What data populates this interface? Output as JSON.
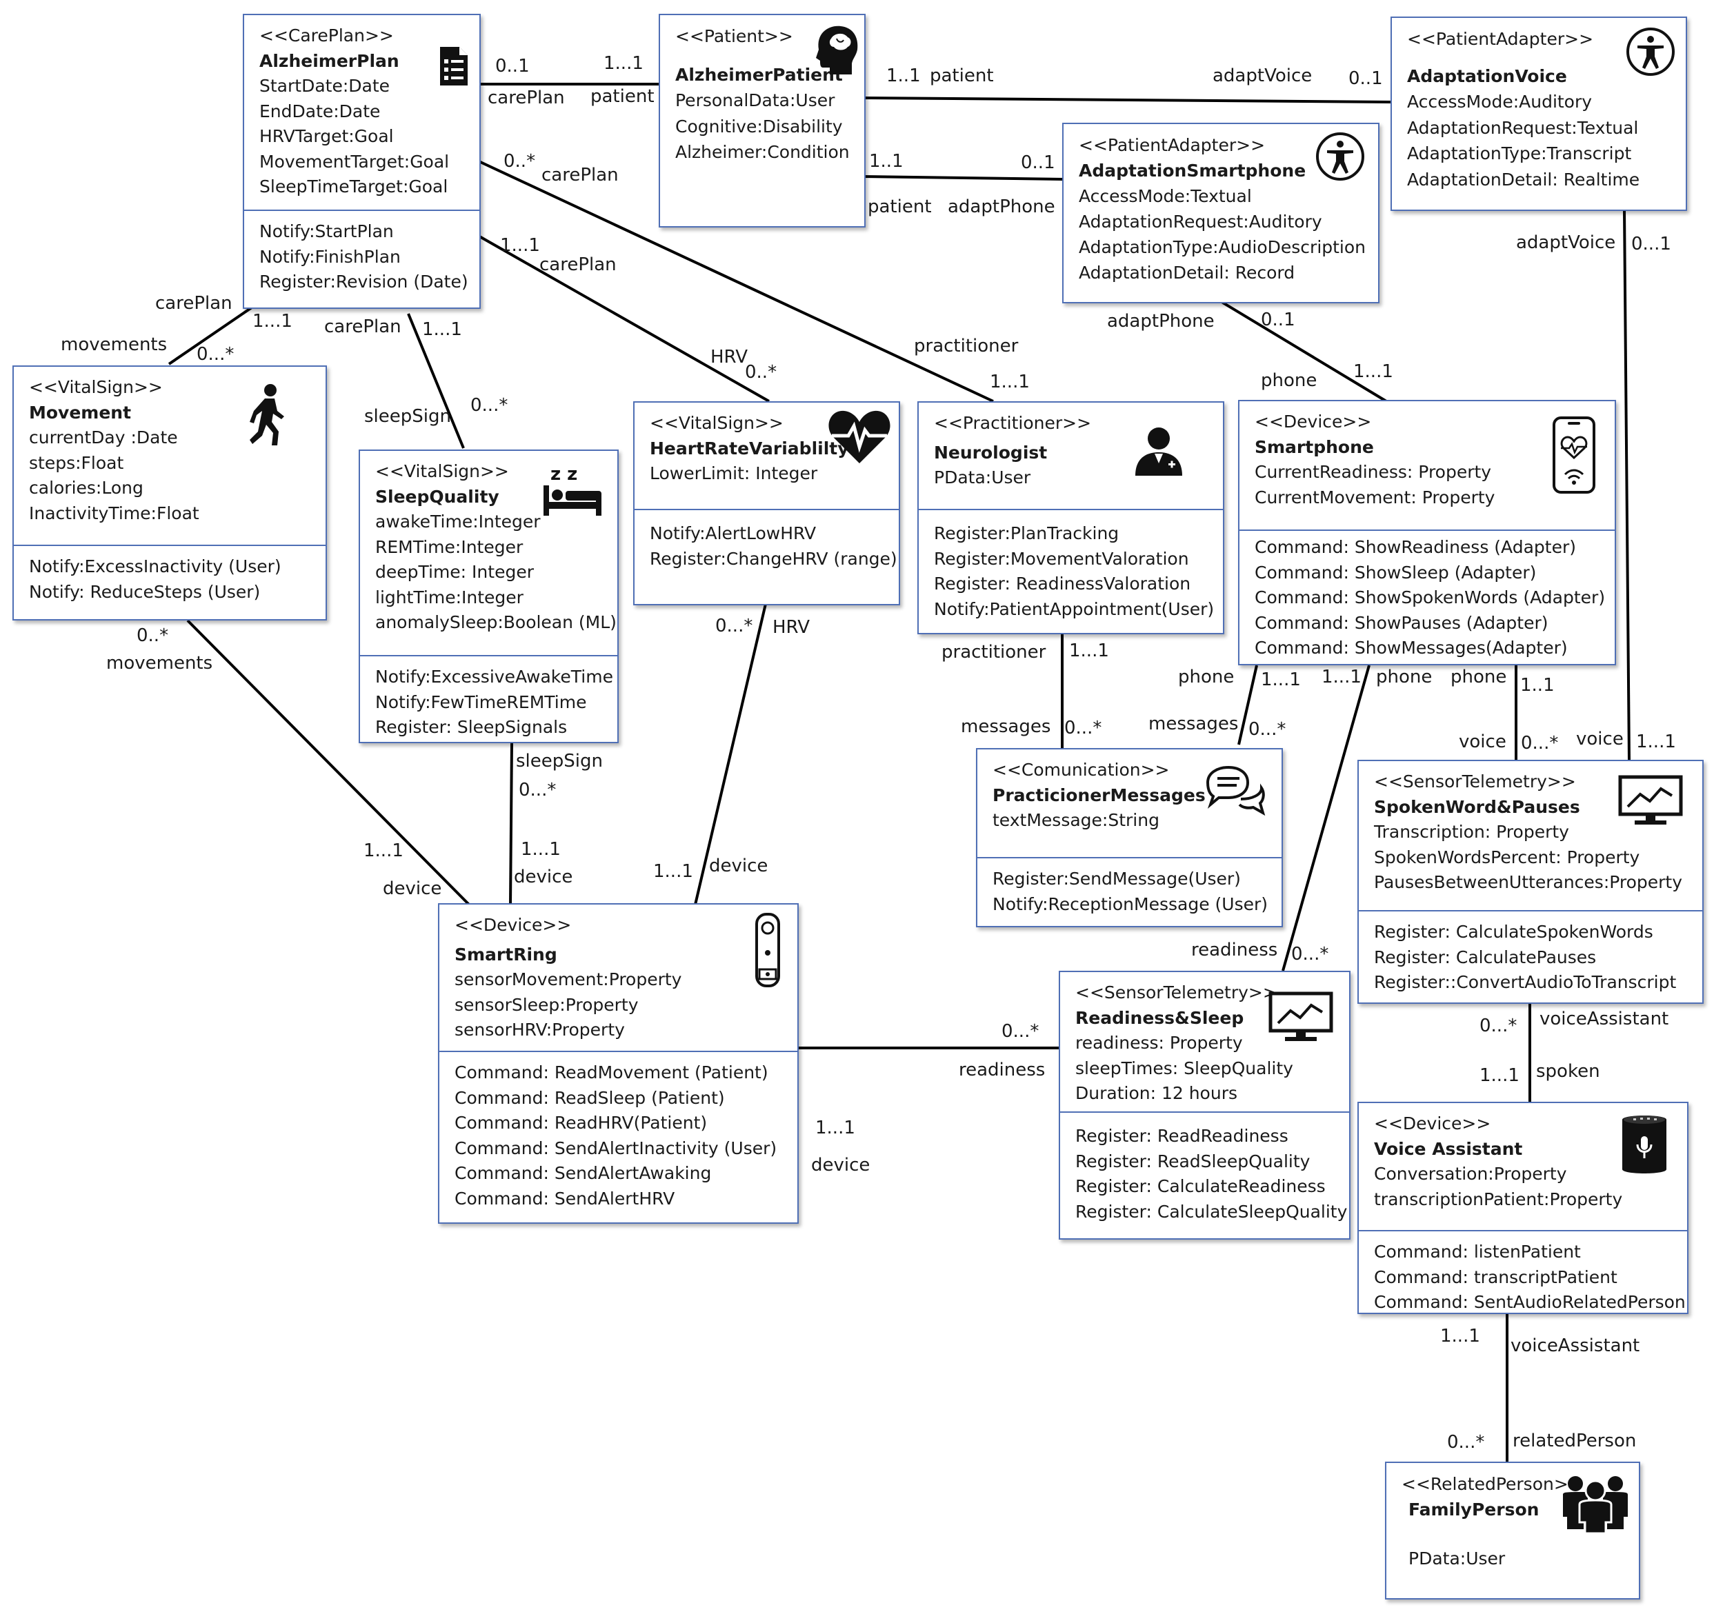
{
  "classes": {
    "careplan": {
      "stereotype": "<<CarePlan>>",
      "name": "AlzheimerPlan",
      "attributes": [
        "StartDate:Date",
        "EndDate:Date",
        "HRVTarget:Goal",
        "MovementTarget:Goal",
        "SleepTimeTarget:Goal"
      ],
      "operations": [
        "Notify:StartPlan",
        "Notify:FinishPlan",
        "Register:Revision (Date)"
      ],
      "icon": "checklist-icon"
    },
    "patient": {
      "stereotype": "<<Patient>>",
      "name": "AlzheimerPatient",
      "attributes": [
        "PersonalData:User",
        "Cognitive:Disability",
        "Alzheimer:Condition"
      ],
      "icon": "head-brain-icon"
    },
    "voiceadapter": {
      "stereotype": "<<PatientAdapter>>",
      "name": "AdaptationVoice",
      "attributes": [
        "AccessMode:Auditory",
        "AdaptationRequest:Textual",
        "AdaptationType:Transcript",
        "AdaptationDetail: Realtime"
      ],
      "icon": "accessibility-icon"
    },
    "phoneadapter": {
      "stereotype": "<<PatientAdapter>>",
      "name": "AdaptationSmartphone",
      "attributes": [
        "AccessMode:Textual",
        "AdaptationRequest:Auditory",
        "AdaptationType:AudioDescription",
        "AdaptationDetail: Record"
      ],
      "icon": "accessibility-icon"
    },
    "movement": {
      "stereotype": "<<VitalSign>>",
      "name": "Movement",
      "attributes": [
        "currentDay :Date",
        "steps:Float",
        "calories:Long",
        "InactivityTime:Float"
      ],
      "operations": [
        "Notify:ExcessInactivity (User)",
        "Notify: ReduceSteps (User)"
      ],
      "icon": "walking-person-icon"
    },
    "sleep": {
      "stereotype": "<<VitalSign>>",
      "name": "SleepQuality",
      "attributes": [
        "awakeTime:Integer",
        "REMTime:Integer",
        "deepTime: Integer",
        "lightTime:Integer",
        "anomalySleep:Boolean (ML)"
      ],
      "operations": [
        "Notify:ExcessiveAwakeTime",
        "Notify:FewTimeREMTime",
        "Register: SleepSignals"
      ],
      "icon": "bed-sleep-icon",
      "icon_text": "z z"
    },
    "hrv": {
      "stereotype": "<<VitalSign>>",
      "name": "HeartRateVariablilty",
      "attributes": [
        "LowerLimit: Integer"
      ],
      "operations": [
        "Notify:AlertLowHRV",
        "Register:ChangeHRV (range)"
      ],
      "icon": "heart-pulse-icon"
    },
    "neuro": {
      "stereotype": "<<Practitioner>>",
      "name": "Neurologist",
      "attributes": [
        "PData:User"
      ],
      "operations": [
        "Register:PlanTracking",
        "Register:MovementValoration",
        "Register: ReadinessValoration",
        "Notify:PatientAppointment(User)"
      ],
      "icon": "doctor-icon"
    },
    "smartphone": {
      "stereotype": "<<Device>>",
      "name": "Smartphone",
      "attributes": [
        "CurrentReadiness: Property",
        "CurrentMovement: Property"
      ],
      "operations": [
        "Command: ShowReadiness (Adapter)",
        "Command: ShowSleep (Adapter)",
        "Command: ShowSpokenWords (Adapter)",
        "Command: ShowPauses (Adapter)",
        "Command: ShowMessages(Adapter)"
      ],
      "icon": "smartphone-heart-icon"
    },
    "messages": {
      "stereotype": "<<Comunication>>",
      "name": "PracticionerMessages",
      "attributes": [
        "textMessage:String"
      ],
      "operations": [
        "Register:SendMessage(User)",
        "Notify:ReceptionMessage (User)"
      ],
      "icon": "chat-bubbles-icon"
    },
    "spoken": {
      "stereotype": "<<SensorTelemetry>>",
      "name": "SpokenWord&Pauses",
      "attributes": [
        "Transcription: Property",
        "SpokenWordsPercent: Property",
        "PausesBetweenUtterances:Property"
      ],
      "operations": [
        "Register: CalculateSpokenWords",
        "Register: CalculatePauses",
        "Register::ConvertAudioToTranscript"
      ],
      "icon": "monitor-chart-icon"
    },
    "ring": {
      "stereotype": "<<Device>>",
      "name": "SmartRing",
      "attributes": [
        "sensorMovement:Property",
        "sensorSleep:Property",
        "sensorHRV:Property"
      ],
      "operations": [
        "Command: ReadMovement (Patient)",
        "Command: ReadSleep (Patient)",
        "Command: ReadHRV(Patient)",
        "Command: SendAlertInactivity (User)",
        "Command: SendAlertAwaking",
        "Command: SendAlertHRV"
      ],
      "icon": "smart-ring-icon"
    },
    "readiness": {
      "stereotype": "<<SensorTelemetry>>",
      "name": "Readiness&Sleep",
      "attributes": [
        "readiness: Property",
        "sleepTimes: SleepQuality",
        "Duration: 12 hours"
      ],
      "operations": [
        "Register: ReadReadiness",
        "Register: ReadSleepQuality",
        "Register: CalculateReadiness",
        "Register: CalculateSleepQuality"
      ],
      "icon": "monitor-chart-icon"
    },
    "voice": {
      "stereotype": "<<Device>>",
      "name": "Voice Assistant",
      "attributes": [
        "Conversation:Property",
        "transcriptionPatient:Property"
      ],
      "operations": [
        "Command: listenPatient",
        "Command: transcriptPatient",
        "Command: SentAudioRelatedPerson"
      ],
      "icon": "smart-speaker-icon"
    },
    "family": {
      "stereotype": "<<RelatedPerson>>",
      "name": "FamilyPerson",
      "attributes": [
        "PData:User"
      ],
      "icon": "people-group-icon"
    }
  },
  "labels": [
    "0..1",
    "1...1",
    "carePlan",
    "patient",
    "1..1",
    "patient",
    "adaptVoice",
    "0..1",
    "1..1",
    "0..1",
    "patient",
    "adaptPhone",
    "0..*",
    "carePlan",
    "1...1",
    "carePlan",
    "carePlan",
    "movements",
    "1...1",
    "0...*",
    "carePlan",
    "1...1",
    "sleepSign",
    "0...*",
    "HRV",
    "0..*",
    "practitioner",
    "1...1",
    "adaptPhone",
    "0..1",
    "phone",
    "1...1",
    "adaptVoice",
    "0...1",
    "0..*",
    "movements",
    "1...1",
    "device",
    "sleepSign",
    "0...*",
    "1...1",
    "device",
    "0...*",
    "HRV",
    "1...1",
    "device",
    "practitioner",
    "1...1",
    "messages",
    "0...*",
    "phone",
    "1...1",
    "messages",
    "0...*",
    "1...1",
    "phone",
    "readiness",
    "0...*",
    "phone",
    "1..1",
    "voice",
    "0...*",
    "voice",
    "1...1",
    "0...*",
    "readiness",
    "1...1",
    "device",
    "0...*",
    "voiceAssistant",
    "1...1",
    "spoken",
    "1...1",
    "voiceAssistant",
    "0...*",
    "relatedPerson"
  ],
  "colors": {
    "box_border": "#4f6fb5",
    "line": "#000000",
    "icon": "#111111"
  }
}
